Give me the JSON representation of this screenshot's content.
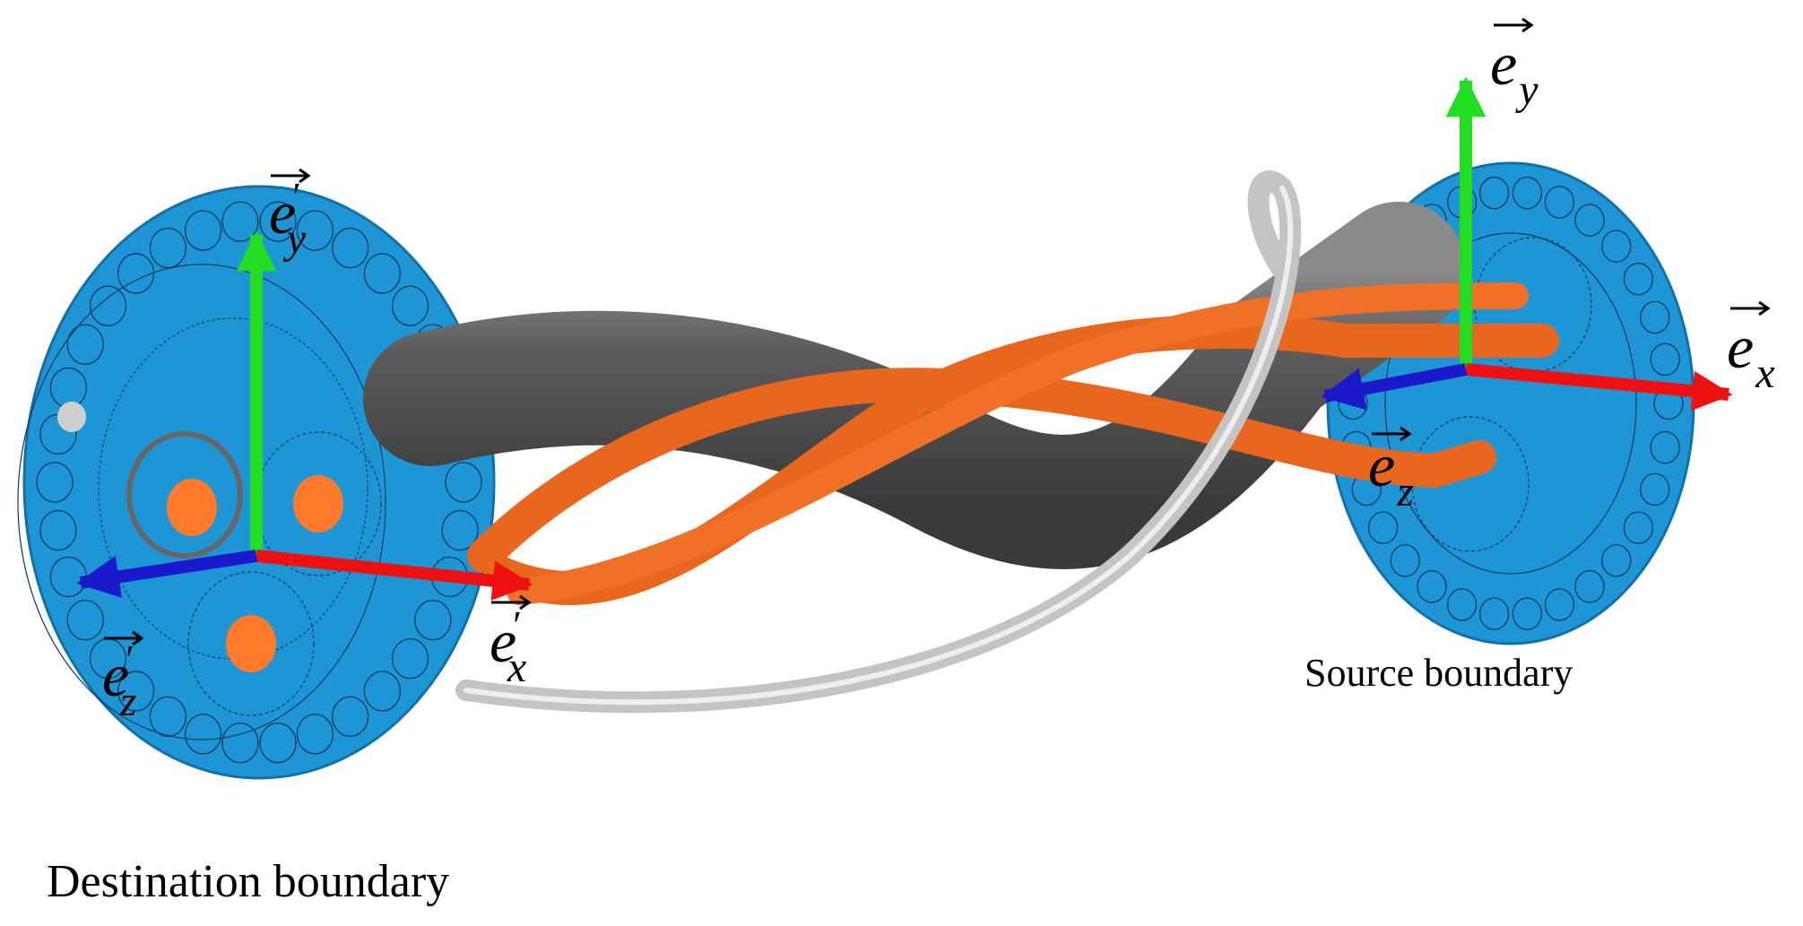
{
  "colors": {
    "disk": "#1e96d6",
    "disk_edge": "#1270a8",
    "core": "#ff7a2a",
    "cable_orange": "#e8661e",
    "cable_gray": "#5a5a5a",
    "cable_silver": "#c4c4c4",
    "axis_y": "#22dd22",
    "axis_x": "#ee1111",
    "axis_z": "#1a1acc"
  },
  "destination": {
    "label": "Destination boundary",
    "axis_y": {
      "base": "e",
      "sub": "y",
      "prime": "′"
    },
    "axis_x": {
      "base": "e",
      "sub": "x",
      "prime": "′"
    },
    "axis_z": {
      "base": "e",
      "sub": "z",
      "prime": "′"
    }
  },
  "source": {
    "label": "Source boundary",
    "axis_y": {
      "base": "e",
      "sub": "y"
    },
    "axis_x": {
      "base": "e",
      "sub": "x"
    },
    "axis_z": {
      "base": "e",
      "sub": "z"
    }
  }
}
